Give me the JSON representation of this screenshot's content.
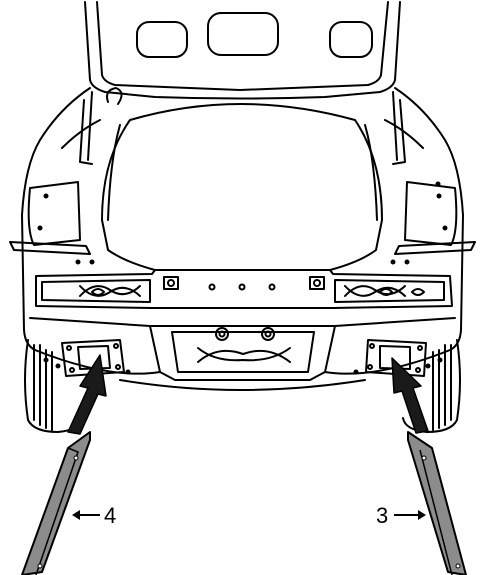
{
  "diagram": {
    "callouts": [
      {
        "id": "left-member",
        "label": "4"
      },
      {
        "id": "right-member",
        "label": "3"
      }
    ],
    "colors": {
      "line": "#000000",
      "background": "#ffffff",
      "arrow_fill": "#1a1a1a",
      "member_fill": "#8c8c8c"
    }
  }
}
